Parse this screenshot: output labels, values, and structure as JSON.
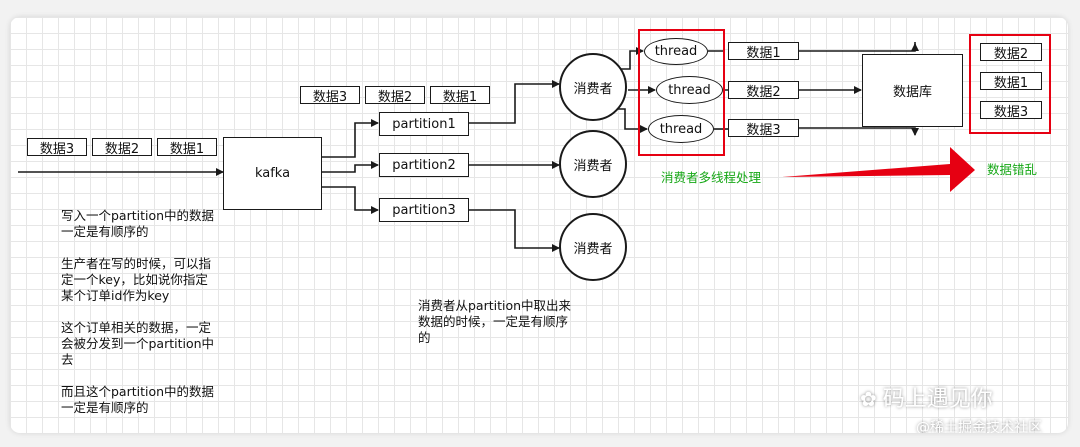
{
  "producer_labels": [
    "数据3",
    "数据2",
    "数据1"
  ],
  "kafka_label": "kafka",
  "upper_labels": [
    "数据3",
    "数据2",
    "数据1"
  ],
  "partitions": [
    "partition1",
    "partition2",
    "partition3"
  ],
  "consumers": [
    "消费者",
    "消费者",
    "消费者"
  ],
  "threads": [
    "thread",
    "thread",
    "thread"
  ],
  "db_inputs": [
    "数据1",
    "数据2",
    "数据3"
  ],
  "database_label": "数据库",
  "db_output": [
    "数据2",
    "数据1",
    "数据3"
  ],
  "multithread_label": "消费者多线程处理",
  "disorder_label": "数据错乱",
  "note_left": [
    "写入一个partition中的数据",
    "一定是有顺序的",
    "",
    "生产者在写的时候，可以指",
    "定一个key，比如说你指定",
    "某个订单id作为key",
    "",
    "这个订单相关的数据，一定",
    "会被分发到一个partition中",
    "去",
    "",
    "而且这个partition中的数据",
    "一定是有顺序的"
  ],
  "note_mid": [
    "消费者从partition中取出来",
    "数据的时候，一定是有顺序",
    "的"
  ],
  "watermark": {
    "brand": "码上遇见你",
    "site": "@稀土掘金技术社区"
  },
  "colors": {
    "red": "#e60012",
    "green": "#18a818",
    "line": "#1a1a1a"
  }
}
